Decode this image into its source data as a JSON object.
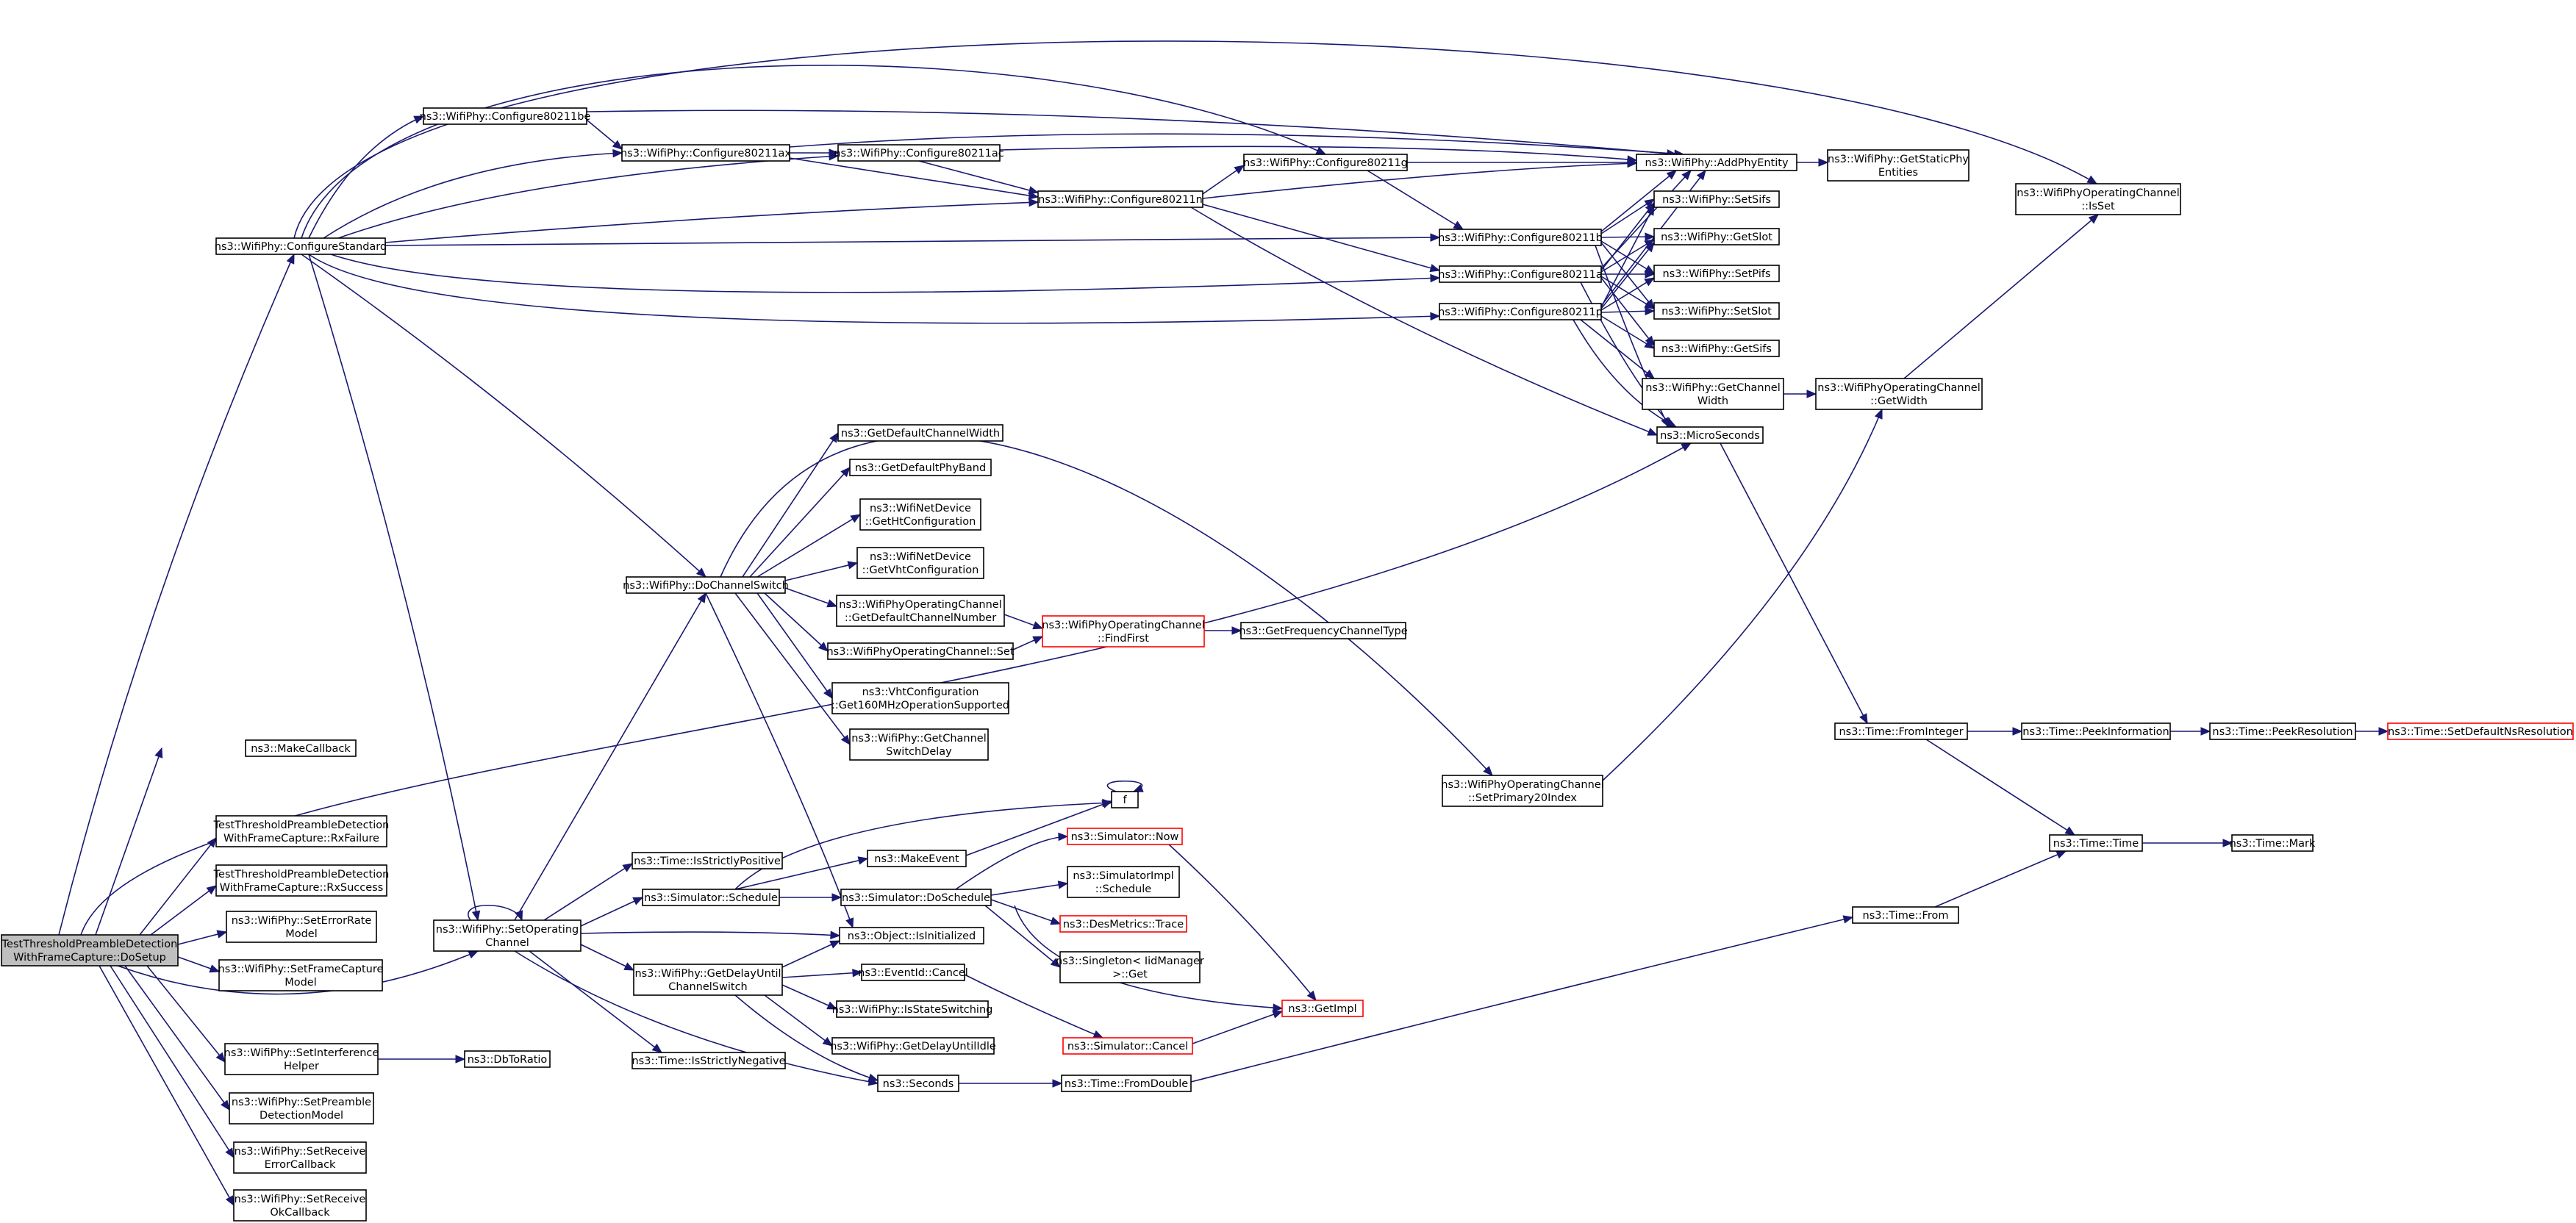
{
  "graph": {
    "nodes": [
      {
        "id": "root",
        "lines": [
          "TestThresholdPreambleDetection",
          "WithFrameCapture::DoSetup"
        ],
        "root": true
      },
      {
        "id": "cfgstd",
        "lines": [
          "ns3::WifiPhy::ConfigureStandard"
        ]
      },
      {
        "id": "makecb",
        "lines": [
          "ns3::MakeCallback"
        ]
      },
      {
        "id": "rxfail",
        "lines": [
          "TestThresholdPreambleDetection",
          "WithFrameCapture::RxFailure"
        ]
      },
      {
        "id": "rxsucc",
        "lines": [
          "TestThresholdPreambleDetection",
          "WithFrameCapture::RxSuccess"
        ]
      },
      {
        "id": "seterr",
        "lines": [
          "ns3::WifiPhy::SetErrorRate",
          "Model"
        ]
      },
      {
        "id": "setfc",
        "lines": [
          "ns3::WifiPhy::SetFrameCapture",
          "Model"
        ]
      },
      {
        "id": "setif",
        "lines": [
          "ns3::WifiPhy::SetInterference",
          "Helper"
        ]
      },
      {
        "id": "setpre",
        "lines": [
          "ns3::WifiPhy::SetPreamble",
          "DetectionModel"
        ]
      },
      {
        "id": "setrerr",
        "lines": [
          "ns3::WifiPhy::SetReceive",
          "ErrorCallback"
        ]
      },
      {
        "id": "setrok",
        "lines": [
          "ns3::WifiPhy::SetReceive",
          "OkCallback"
        ]
      },
      {
        "id": "setop",
        "lines": [
          "ns3::WifiPhy::SetOperating",
          "Channel"
        ]
      },
      {
        "id": "dbto",
        "lines": [
          "ns3::DbToRatio"
        ]
      },
      {
        "id": "c11be",
        "lines": [
          "ns3::WifiPhy::Configure80211be"
        ]
      },
      {
        "id": "c11ax",
        "lines": [
          "ns3::WifiPhy::Configure80211ax"
        ]
      },
      {
        "id": "c11ac",
        "lines": [
          "ns3::WifiPhy::Configure80211ac"
        ]
      },
      {
        "id": "c11n",
        "lines": [
          "ns3::WifiPhy::Configure80211n"
        ]
      },
      {
        "id": "c11g",
        "lines": [
          "ns3::WifiPhy::Configure80211g"
        ]
      },
      {
        "id": "c11b",
        "lines": [
          "ns3::WifiPhy::Configure80211b"
        ]
      },
      {
        "id": "c11a",
        "lines": [
          "ns3::WifiPhy::Configure80211a"
        ]
      },
      {
        "id": "c11p",
        "lines": [
          "ns3::WifiPhy::Configure80211p"
        ]
      },
      {
        "id": "addphy",
        "lines": [
          "ns3::WifiPhy::AddPhyEntity"
        ]
      },
      {
        "id": "getstatic",
        "lines": [
          "ns3::WifiPhy::GetStaticPhy",
          "Entities"
        ]
      },
      {
        "id": "setsifs",
        "lines": [
          "ns3::WifiPhy::SetSifs"
        ]
      },
      {
        "id": "getslot",
        "lines": [
          "ns3::WifiPhy::GetSlot"
        ]
      },
      {
        "id": "setpifs",
        "lines": [
          "ns3::WifiPhy::SetPifs"
        ]
      },
      {
        "id": "setslot",
        "lines": [
          "ns3::WifiPhy::SetSlot"
        ]
      },
      {
        "id": "getsifs",
        "lines": [
          "ns3::WifiPhy::GetSifs"
        ]
      },
      {
        "id": "getchw",
        "lines": [
          "ns3::WifiPhy::GetChannel",
          "Width"
        ]
      },
      {
        "id": "micro",
        "lines": [
          "ns3::MicroSeconds"
        ]
      },
      {
        "id": "wocgetw",
        "lines": [
          "ns3::WifiPhyOperatingChannel",
          "::GetWidth"
        ]
      },
      {
        "id": "wocisset",
        "lines": [
          "ns3::WifiPhyOperatingChannel",
          "::IsSet"
        ]
      },
      {
        "id": "dochsw",
        "lines": [
          "ns3::WifiPhy::DoChannelSwitch"
        ]
      },
      {
        "id": "getdefcw",
        "lines": [
          "ns3::GetDefaultChannelWidth"
        ]
      },
      {
        "id": "getdefpb",
        "lines": [
          "ns3::GetDefaultPhyBand"
        ]
      },
      {
        "id": "getht",
        "lines": [
          "ns3::WifiNetDevice",
          "::GetHtConfiguration"
        ]
      },
      {
        "id": "getvht",
        "lines": [
          "ns3::WifiNetDevice",
          "::GetVhtConfiguration"
        ]
      },
      {
        "id": "wocgetdef",
        "lines": [
          "ns3::WifiPhyOperatingChannel",
          "::GetDefaultChannelNumber"
        ]
      },
      {
        "id": "wocfind",
        "lines": [
          "ns3::WifiPhyOperatingChannel",
          "::FindFirst"
        ],
        "trunc": true
      },
      {
        "id": "getfct",
        "lines": [
          "ns3::GetFrequencyChannelType"
        ]
      },
      {
        "id": "wocset",
        "lines": [
          "ns3::WifiPhyOperatingChannel::Set"
        ]
      },
      {
        "id": "vht160",
        "lines": [
          "ns3::VhtConfiguration",
          "::Get160MHzOperationSupported"
        ]
      },
      {
        "id": "getswd",
        "lines": [
          "ns3::WifiPhy::GetChannel",
          "SwitchDelay"
        ]
      },
      {
        "id": "wocprim",
        "lines": [
          "ns3::WifiPhyOperatingChannel",
          "::SetPrimary20Index"
        ]
      },
      {
        "id": "fromint",
        "lines": [
          "ns3::Time::FromInteger"
        ]
      },
      {
        "id": "peekinfo",
        "lines": [
          "ns3::Time::PeekInformation"
        ]
      },
      {
        "id": "peekres",
        "lines": [
          "ns3::Time::PeekResolution"
        ]
      },
      {
        "id": "setdefns",
        "lines": [
          "ns3::Time::SetDefaultNsResolution"
        ],
        "trunc": true
      },
      {
        "id": "timet",
        "lines": [
          "ns3::Time::Time"
        ]
      },
      {
        "id": "timemark",
        "lines": [
          "ns3::Time::Mark"
        ]
      },
      {
        "id": "timefrom",
        "lines": [
          "ns3::Time::From"
        ]
      },
      {
        "id": "isspos",
        "lines": [
          "ns3::Time::IsStrictlyPositive"
        ]
      },
      {
        "id": "simsched",
        "lines": [
          "ns3::Simulator::Schedule"
        ]
      },
      {
        "id": "makeev",
        "lines": [
          "ns3::MakeEvent"
        ]
      },
      {
        "id": "f",
        "lines": [
          "f"
        ]
      },
      {
        "id": "simdosch",
        "lines": [
          "ns3::Simulator::DoSchedule"
        ]
      },
      {
        "id": "simnow",
        "lines": [
          "ns3::Simulator::Now"
        ],
        "trunc": true
      },
      {
        "id": "simimpl",
        "lines": [
          "ns3::SimulatorImpl",
          "::Schedule"
        ]
      },
      {
        "id": "desm",
        "lines": [
          "ns3::DesMetrics::Trace"
        ],
        "trunc": true
      },
      {
        "id": "singleton",
        "lines": [
          "ns3::Singleton< IidManager",
          ">::Get"
        ]
      },
      {
        "id": "isinit",
        "lines": [
          "ns3::Object::IsInitialized"
        ]
      },
      {
        "id": "getdelay",
        "lines": [
          "ns3::WifiPhy::GetDelayUntil",
          "ChannelSwitch"
        ]
      },
      {
        "id": "evcancel",
        "lines": [
          "ns3::EventId::Cancel"
        ]
      },
      {
        "id": "isstsw",
        "lines": [
          "ns3::WifiPhy::IsStateSwitching"
        ]
      },
      {
        "id": "getdelidle",
        "lines": [
          "ns3::WifiPhy::GetDelayUntilIdle"
        ]
      },
      {
        "id": "simcancel",
        "lines": [
          "ns3::Simulator::Cancel"
        ],
        "trunc": true
      },
      {
        "id": "getimpl",
        "lines": [
          "ns3::GetImpl"
        ],
        "trunc": true
      },
      {
        "id": "seconds",
        "lines": [
          "ns3::Seconds"
        ]
      },
      {
        "id": "fromdbl",
        "lines": [
          "ns3::Time::FromDouble"
        ]
      },
      {
        "id": "issneg",
        "lines": [
          "ns3::Time::IsStrictlyNegative"
        ]
      }
    ],
    "colors": {
      "edge": "#191970",
      "node_border": "#000000",
      "truncated_border": "#ff0000",
      "root_fill": "#bfbfbf",
      "background": "#ffffff"
    }
  }
}
